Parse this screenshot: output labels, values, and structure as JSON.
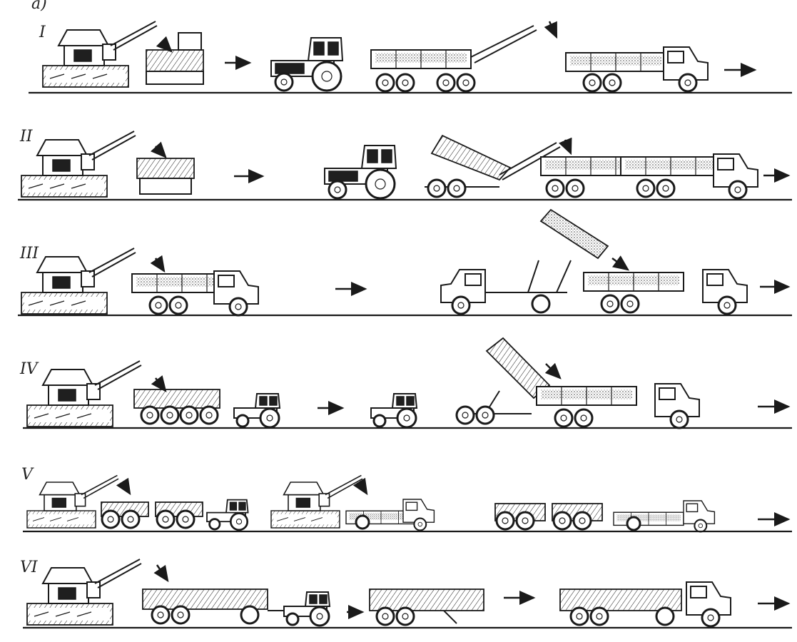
{
  "figure": {
    "corner_mark": "a)",
    "rows": [
      {
        "label": "I"
      },
      {
        "label": "II"
      },
      {
        "label": "III"
      },
      {
        "label": "IV"
      },
      {
        "label": "V"
      },
      {
        "label": "VI"
      }
    ],
    "colors": {
      "ink": "#1a1a1a",
      "paper": "#ffffff"
    }
  }
}
